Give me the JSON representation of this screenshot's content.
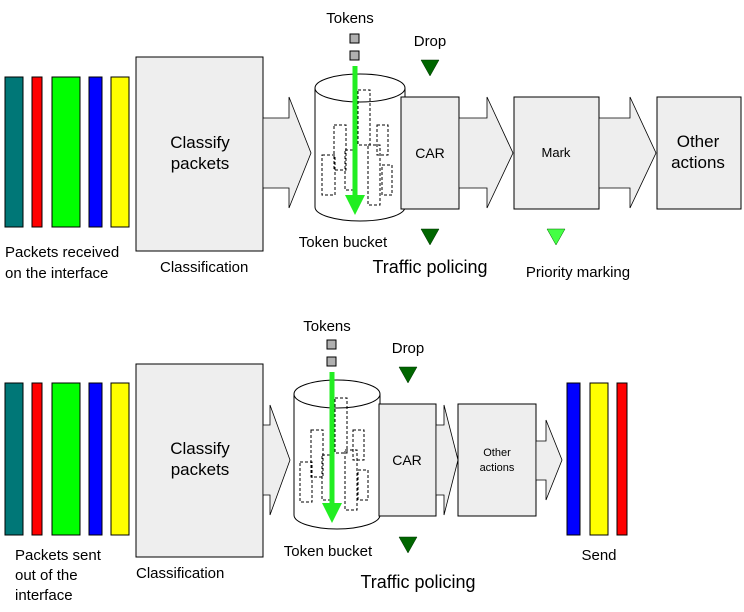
{
  "colors": {
    "teal": "#007777",
    "red": "#ff0000",
    "green": "#00ff00",
    "blue": "#0000ff",
    "yellow": "#ffff00",
    "box_fill": "#eeeeee",
    "token_gray": "#b0b0b0",
    "dark_green_triangle": "#006600",
    "light_green_triangle": "#44ff44",
    "token_arrow": "#22ee22"
  },
  "top": {
    "tokens_label": "Tokens",
    "drop_label": "Drop",
    "classify_box": [
      "Classify",
      "packets"
    ],
    "car_box": "CAR",
    "mark_box": "Mark",
    "other_box": [
      "Other",
      "actions"
    ],
    "packets_label": [
      "Packets received",
      "on the interface"
    ],
    "classification_label": "Classification",
    "token_bucket_label": "Token bucket",
    "traffic_policing_label": "Traffic policing",
    "priority_marking_label": "Priority marking"
  },
  "bottom": {
    "tokens_label": "Tokens",
    "drop_label": "Drop",
    "classify_box": [
      "Classify",
      "packets"
    ],
    "car_box": "CAR",
    "other_box": [
      "Other",
      "actions"
    ],
    "packets_label": [
      "Packets sent",
      "out of the",
      "interface"
    ],
    "classification_label": "Classification",
    "token_bucket_label": "Token bucket",
    "traffic_policing_label": "Traffic policing",
    "send_label": "Send"
  }
}
